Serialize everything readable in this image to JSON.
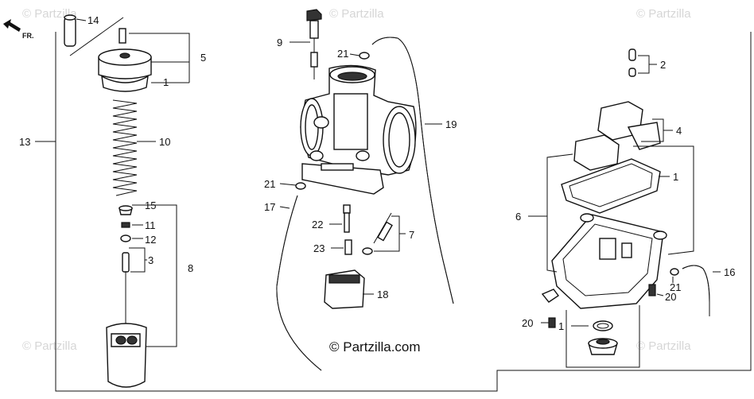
{
  "watermark": "© Partzilla",
  "credit": "© Partzilla.com",
  "direction_label": "FR.",
  "callouts": [
    "1",
    "2",
    "3",
    "4",
    "5",
    "6",
    "7",
    "8",
    "9",
    "10",
    "11",
    "12",
    "13",
    "14",
    "15",
    "16",
    "17",
    "18",
    "19",
    "20",
    "21",
    "22",
    "23"
  ],
  "labels": {
    "l14": "14",
    "l5": "5",
    "l1a": "1",
    "l10": "10",
    "l13": "13",
    "l15": "15",
    "l11": "11",
    "l12": "12",
    "l3": "3",
    "l8": "8",
    "l9": "9",
    "l21a": "21",
    "l19": "19",
    "l21b": "21",
    "l17": "17",
    "l22": "22",
    "l7": "7",
    "l23": "23",
    "l18": "18",
    "l2": "2",
    "l4": "4",
    "l1b": "1",
    "l6": "6",
    "l16": "16",
    "l21c": "21",
    "l20a": "20",
    "l20b": "20",
    "l1c": "1"
  }
}
